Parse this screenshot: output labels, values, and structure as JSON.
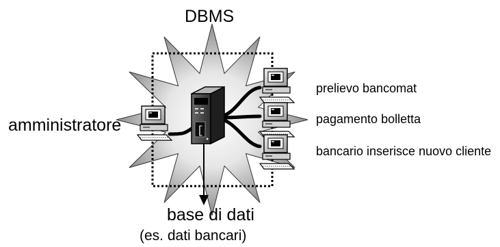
{
  "diagram": {
    "title": "DBMS",
    "admin_label": "amministratore",
    "operations": [
      "prelievo bancomat",
      "pagamento bolletta",
      "bancario inserisce nuovo cliente"
    ],
    "database_label": "base di dati",
    "database_caption": "(es. dati bancari)"
  },
  "icons": [
    "starburst-icon",
    "server-icon",
    "workstation-icon",
    "arrow-down-icon"
  ]
}
